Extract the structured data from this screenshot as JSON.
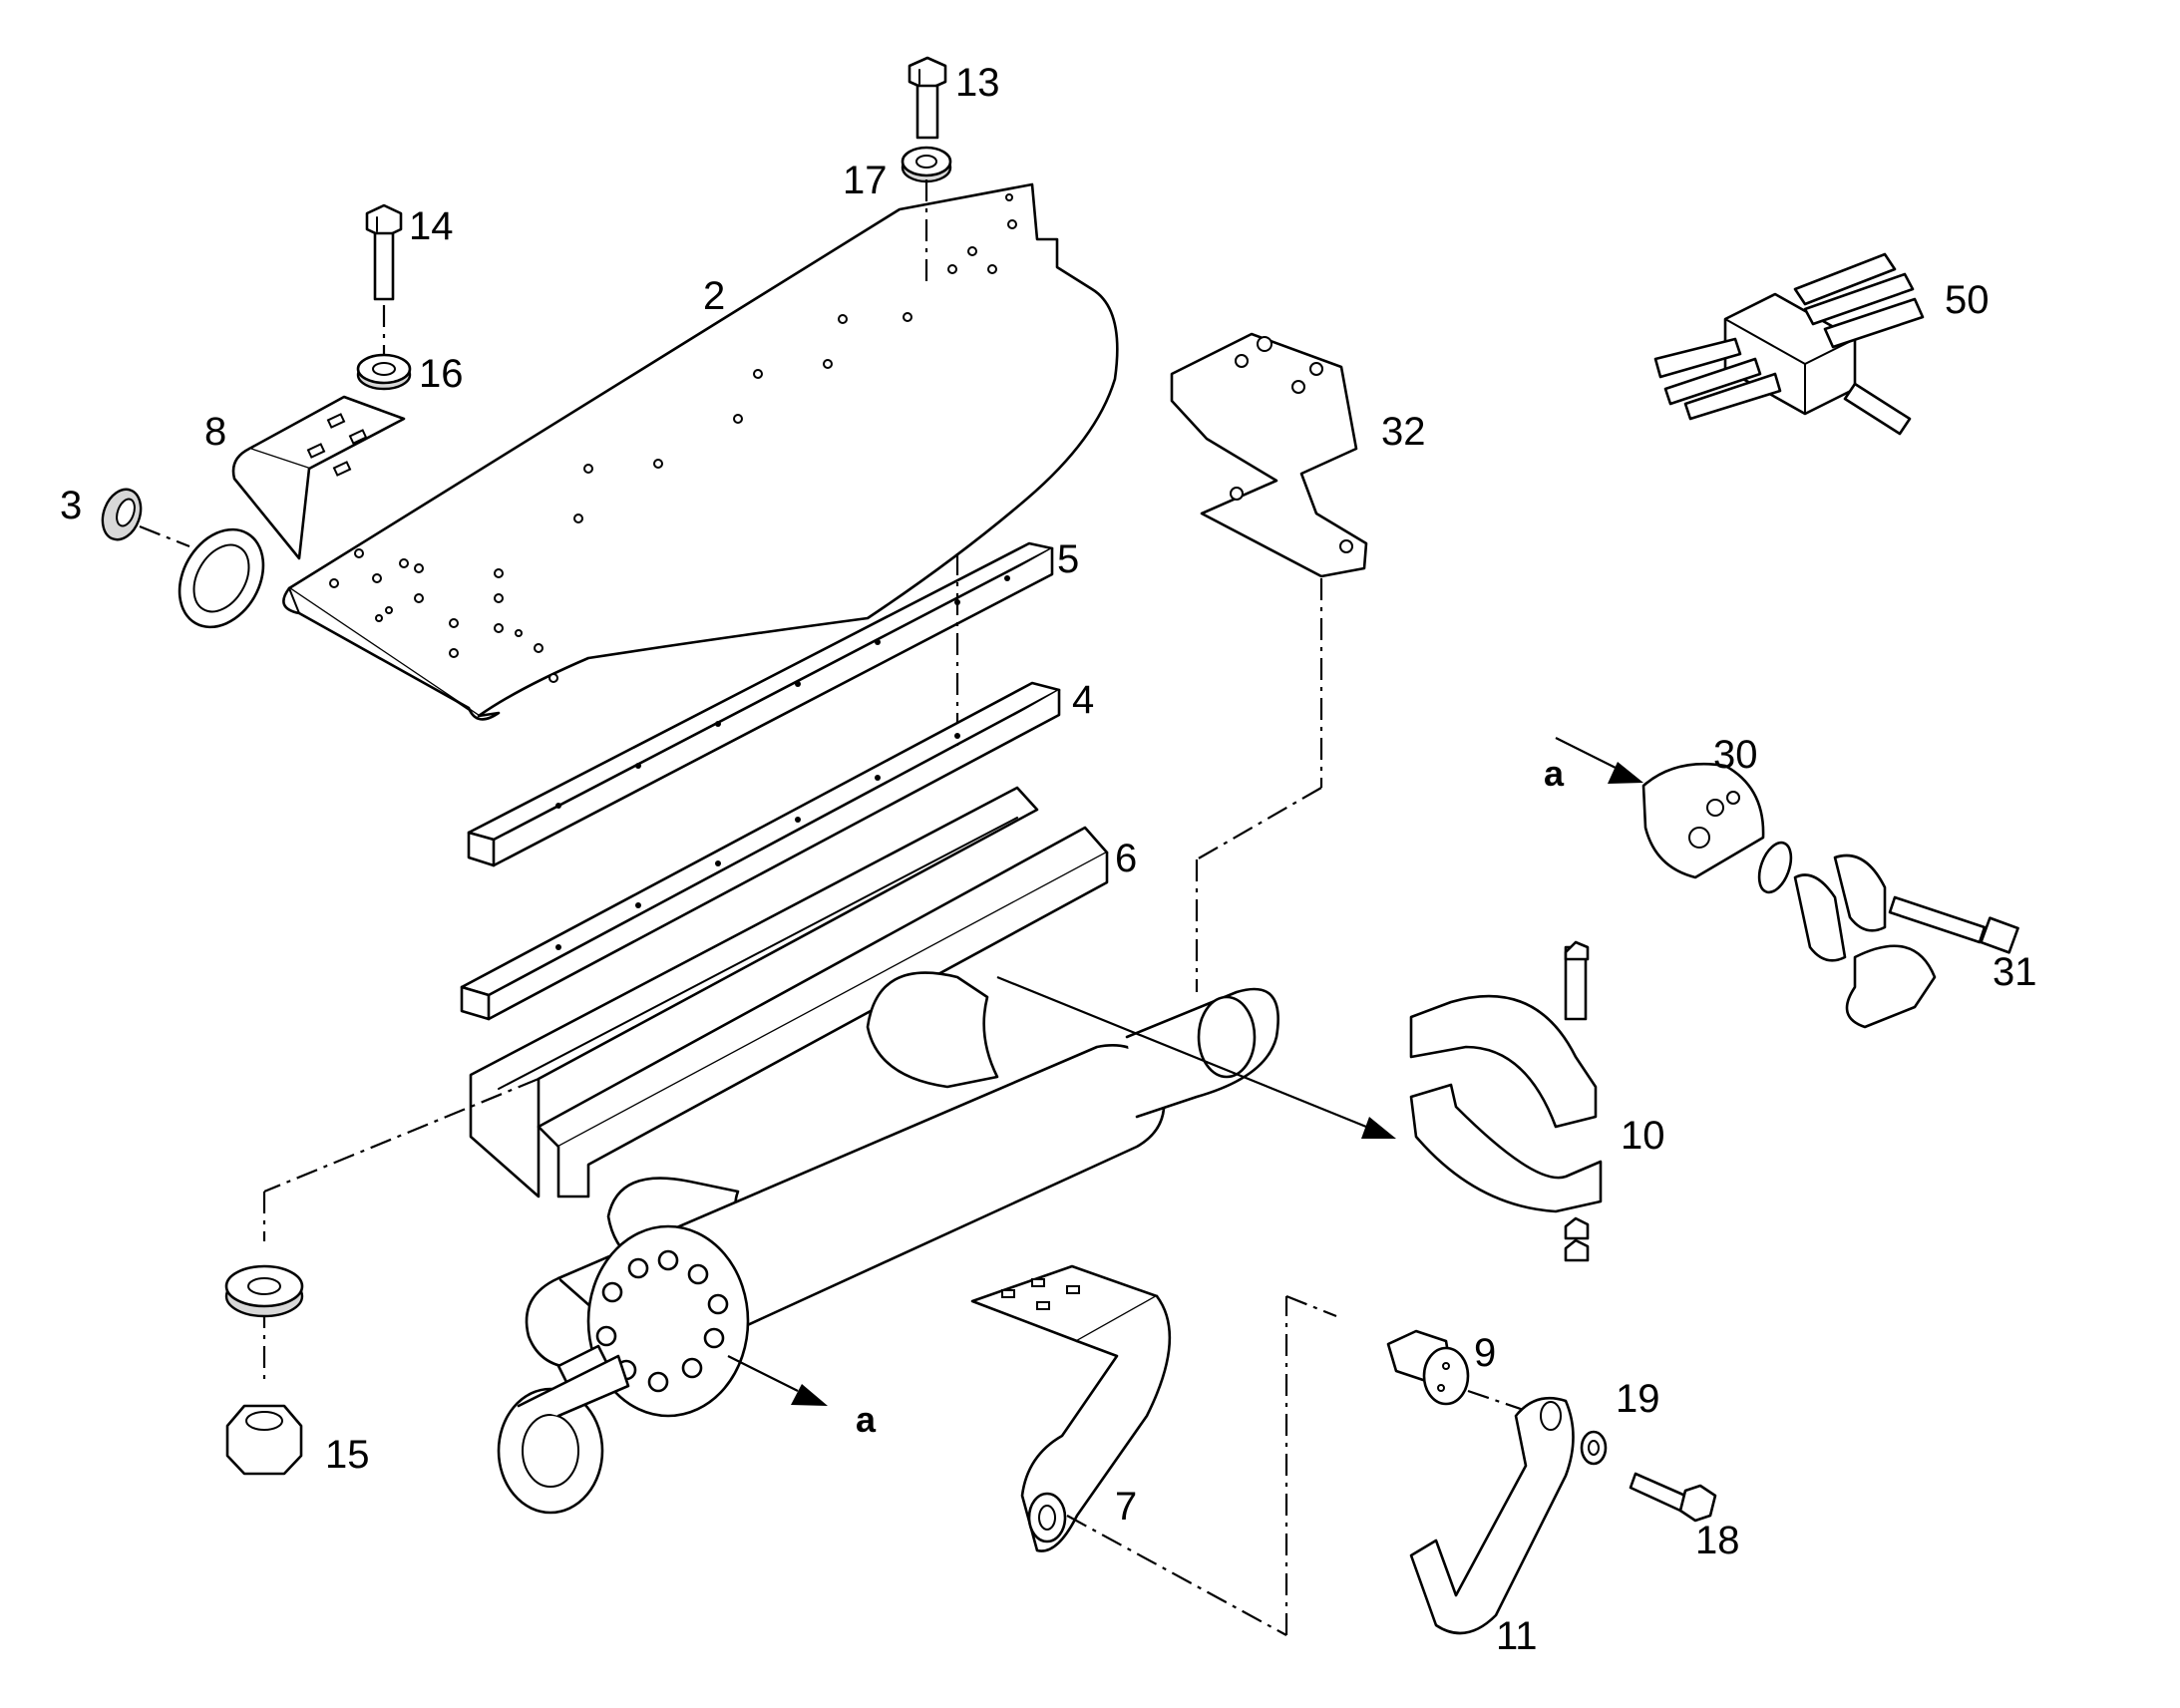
{
  "callouts": {
    "c2": "2",
    "c3": "3",
    "c4": "4",
    "c5": "5",
    "c6": "6",
    "c7": "7",
    "c8": "8",
    "c9": "9",
    "c10": "10",
    "c11": "11",
    "c13": "13",
    "c14": "14",
    "c15": "15",
    "c16": "16",
    "c17": "17",
    "c18": "18",
    "c19": "19",
    "c30": "30",
    "c31": "31",
    "c32": "32",
    "c50": "50",
    "view_a_1": "a",
    "view_a_2": "a"
  }
}
